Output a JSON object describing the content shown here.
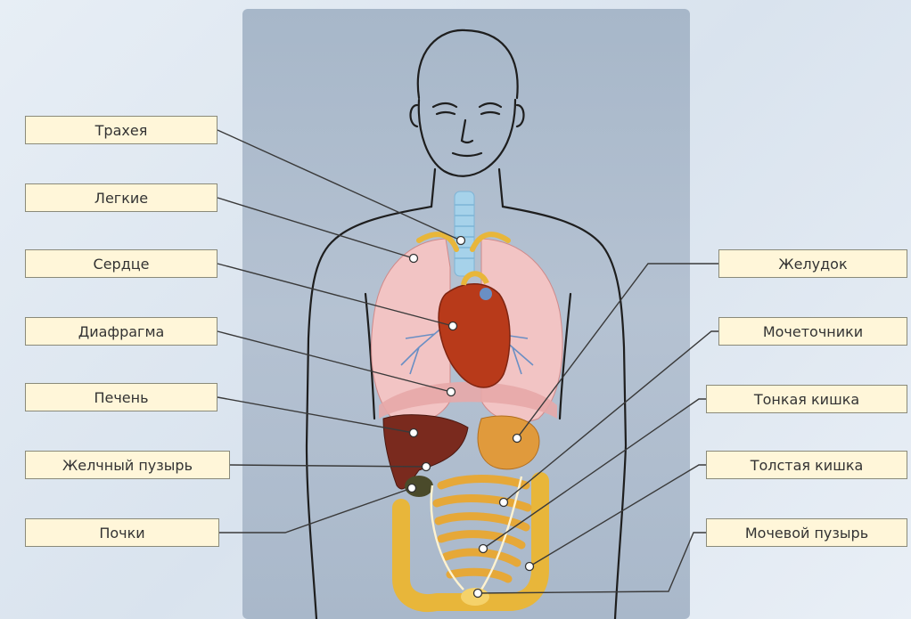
{
  "labels": {
    "trachea": "Трахея",
    "lungs": "Легкие",
    "heart": "Сердце",
    "diaphragm": "Диафрагма",
    "liver": "Печень",
    "gallbladder": "Желчный пузырь",
    "kidneys": "Почки",
    "stomach": "Желудок",
    "ureters": "Мочеточники",
    "small_intestine": "Тонкая кишка",
    "large_intestine": "Толстая кишка",
    "bladder": "Мочевой пузырь"
  },
  "colors": {
    "panel": "#b0bfd0",
    "label_bg": "#fff6d9",
    "lungs": "#f2c4c4",
    "heart": "#b83a1a",
    "liver": "#7a2a1e",
    "intestine": "#e8b63a",
    "stomach": "#e09a3c",
    "trachea": "#a6d2ea",
    "leader_line": "#3a3a3a"
  }
}
